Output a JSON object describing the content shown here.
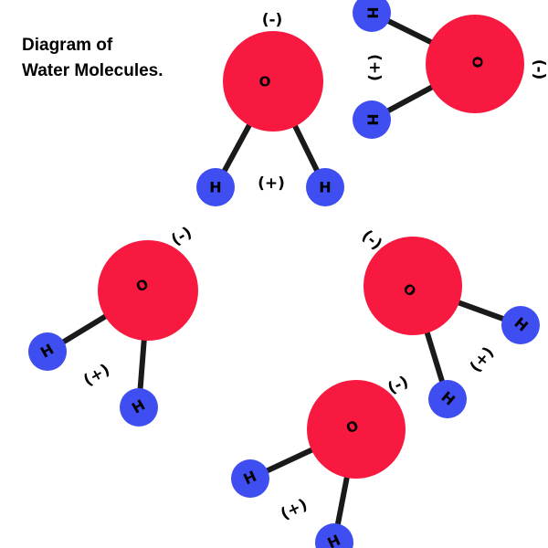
{
  "title": {
    "line1": "Diagram of",
    "line2": "Water Molecules."
  },
  "colors": {
    "oxygen": "#f7193f",
    "hydrogen": "#3e4ef0",
    "bond": "#1a1a1a",
    "text": "#000000",
    "background": "#ffffff"
  },
  "labels": {
    "oxygen": "O",
    "hydrogen": "H",
    "negative_charge": "(-)",
    "positive_charge": "(+)"
  }
}
